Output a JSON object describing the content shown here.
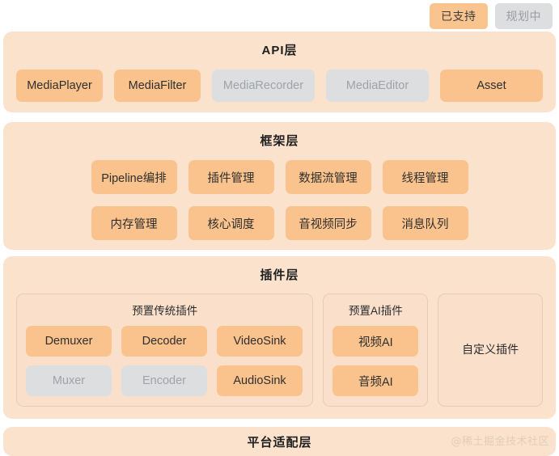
{
  "legend": {
    "items": [
      {
        "label": "已支持",
        "state": "supported"
      },
      {
        "label": "规划中",
        "state": "planned"
      }
    ]
  },
  "colors": {
    "supported_fill": "#FAC28C",
    "planned_fill": "#DCDEE0",
    "layer_bg": "#FBE2CD",
    "group_bg": "#FAE0CB",
    "group_border": "#E8CDB5",
    "title_text": "#1F1F1F",
    "planned_text": "#A0A3A7",
    "watermark_text": "#E0CDBB"
  },
  "layers": {
    "api": {
      "title": "API层",
      "boxes": [
        {
          "label": "MediaPlayer",
          "state": "supported"
        },
        {
          "label": "MediaFilter",
          "state": "supported"
        },
        {
          "label": "MediaRecorder",
          "state": "planned"
        },
        {
          "label": "MediaEditor",
          "state": "planned"
        },
        {
          "label": "Asset",
          "state": "supported"
        }
      ]
    },
    "framework": {
      "title": "框架层",
      "row1": [
        {
          "label": "Pipeline编排",
          "state": "supported"
        },
        {
          "label": "插件管理",
          "state": "supported"
        },
        {
          "label": "数据流管理",
          "state": "supported"
        },
        {
          "label": "线程管理",
          "state": "supported"
        }
      ],
      "row2": [
        {
          "label": "内存管理",
          "state": "supported"
        },
        {
          "label": "核心调度",
          "state": "supported"
        },
        {
          "label": "音视频同步",
          "state": "supported"
        },
        {
          "label": "消息队列",
          "state": "supported"
        }
      ]
    },
    "plugin": {
      "title": "插件层",
      "traditional": {
        "title": "预置传统插件",
        "row1": [
          {
            "label": "Demuxer",
            "state": "supported"
          },
          {
            "label": "Decoder",
            "state": "supported"
          },
          {
            "label": "VideoSink",
            "state": "supported"
          }
        ],
        "row2": [
          {
            "label": "Muxer",
            "state": "planned"
          },
          {
            "label": "Encoder",
            "state": "planned"
          },
          {
            "label": "AudioSink",
            "state": "supported"
          }
        ]
      },
      "ai": {
        "title": "预置AI插件",
        "boxes": [
          {
            "label": "视频AI",
            "state": "supported"
          },
          {
            "label": "音频AI",
            "state": "supported"
          }
        ]
      },
      "custom": {
        "label": "自定义插件"
      }
    },
    "platform": {
      "title": "平台适配层"
    }
  },
  "watermark": {
    "text": "@稀土掘金技术社区"
  }
}
